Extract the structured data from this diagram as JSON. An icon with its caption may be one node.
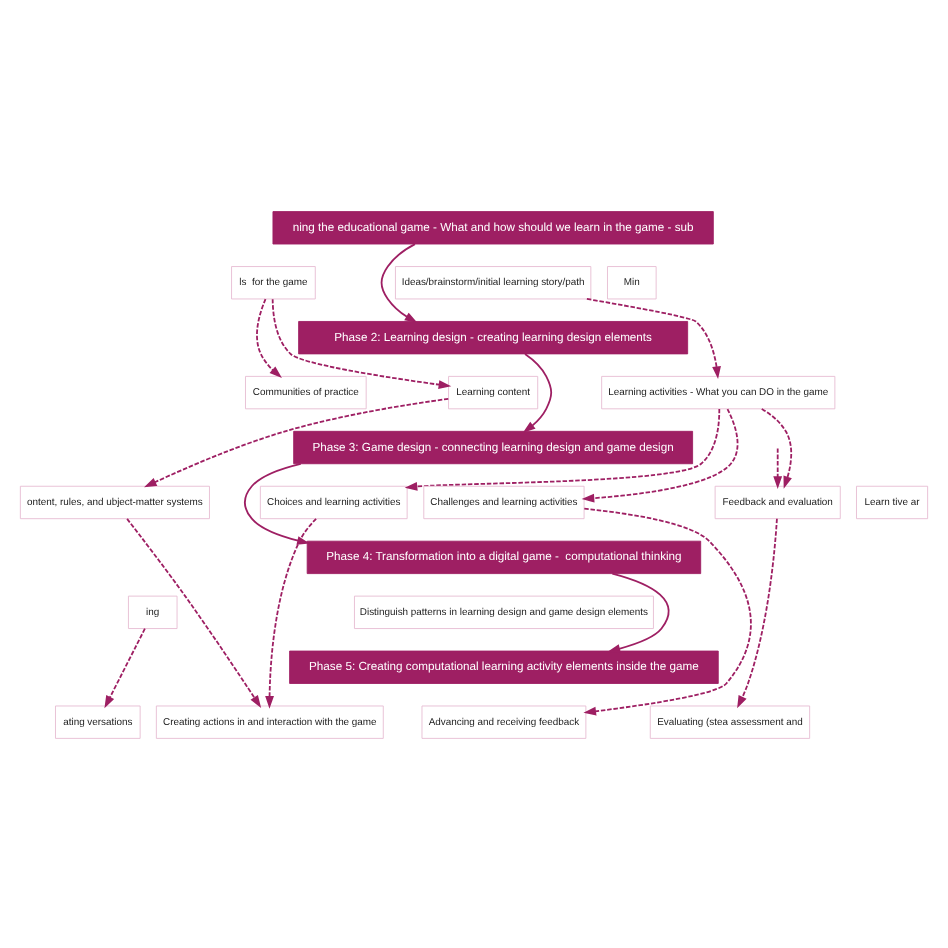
{
  "diagram": {
    "nodes": [
      {
        "text": [
          "ning the educational game - What and how should we learn in the game - sub"
        ]
      },
      {
        "text": [
          "ls  for the game"
        ]
      },
      {
        "text": [
          "Ideas/brainstorm/initial learning story/path"
        ]
      },
      {
        "text": [
          "Min"
        ]
      },
      {
        "text": [
          "Phase 2: Learning design - creating learning design elements"
        ]
      },
      {
        "text": [
          "Communities of practice"
        ]
      },
      {
        "text": [
          "Learning content"
        ]
      },
      {
        "text": [
          "Learning activities - What you can DO in the game"
        ]
      },
      {
        "text": [
          "Phase 3: Game design - connecting learning design and game design"
        ]
      },
      {
        "text": [
          "ontent, rules, and ubject-matter systems"
        ]
      },
      {
        "text": [
          "Choices and learning activities"
        ]
      },
      {
        "text": [
          "Challenges and learning activities"
        ]
      },
      {
        "text": [
          "Feedback and evaluation"
        ]
      },
      {
        "text": [
          "Learn tive ar"
        ]
      },
      {
        "text": [
          "Phase 4: Transformation into a digital game -  computational thinking"
        ]
      },
      {
        "text": [
          "ing"
        ]
      },
      {
        "text": [
          "Distinguish patterns in learning design and game design elements"
        ]
      },
      {
        "text": [
          "Phase 5: Creating computational learning activity elements inside the game"
        ]
      },
      {
        "text": [
          "ating versations"
        ]
      },
      {
        "text": [
          "Creating actions in and interaction with the game"
        ]
      },
      {
        "text": [
          "Advancing and receiving feedback"
        ]
      },
      {
        "text": [
          "Evaluating (stea assessment and"
        ]
      }
    ],
    "edges": [
      {
        "from": 0,
        "to": 4,
        "arrow": "to"
      },
      {
        "from": 4,
        "to": 8,
        "arrow": "to"
      },
      {
        "from": 8,
        "to": 14,
        "arrow": "to"
      },
      {
        "from": 14,
        "to": 17,
        "arrow": "to"
      },
      {
        "from": 1,
        "to": 5,
        "arrow": "to",
        "style": "dashed"
      },
      {
        "from": 1,
        "to": 6,
        "arrow": "to",
        "style": "dashed"
      },
      {
        "from": 2,
        "to": 7,
        "arrow": "to",
        "style": "dashed"
      },
      {
        "from": 6,
        "to": 9,
        "arrow": "to",
        "style": "dashed"
      },
      {
        "from": 7,
        "to": 10,
        "arrow": "to",
        "style": "dashed"
      },
      {
        "from": 7,
        "to": 11,
        "arrow": "to",
        "style": "dashed"
      },
      {
        "from": 7,
        "to": 12,
        "arrow": "to",
        "style": "dashed"
      },
      {
        "from": 9,
        "to": 19,
        "arrow": "to",
        "style": "dashed"
      },
      {
        "from": 10,
        "to": 19,
        "arrow": "to",
        "style": "dashed"
      },
      {
        "from": 11,
        "to": 20,
        "arrow": "to",
        "style": "dashed"
      },
      {
        "from": 12,
        "to": 21,
        "arrow": "to",
        "style": "dashed"
      },
      {
        "from": 15,
        "to": 18,
        "arrow": "to",
        "style": "dashed"
      },
      {
        "from": null,
        "to": 12,
        "arrow": "to",
        "style": "dashed"
      }
    ]
  }
}
